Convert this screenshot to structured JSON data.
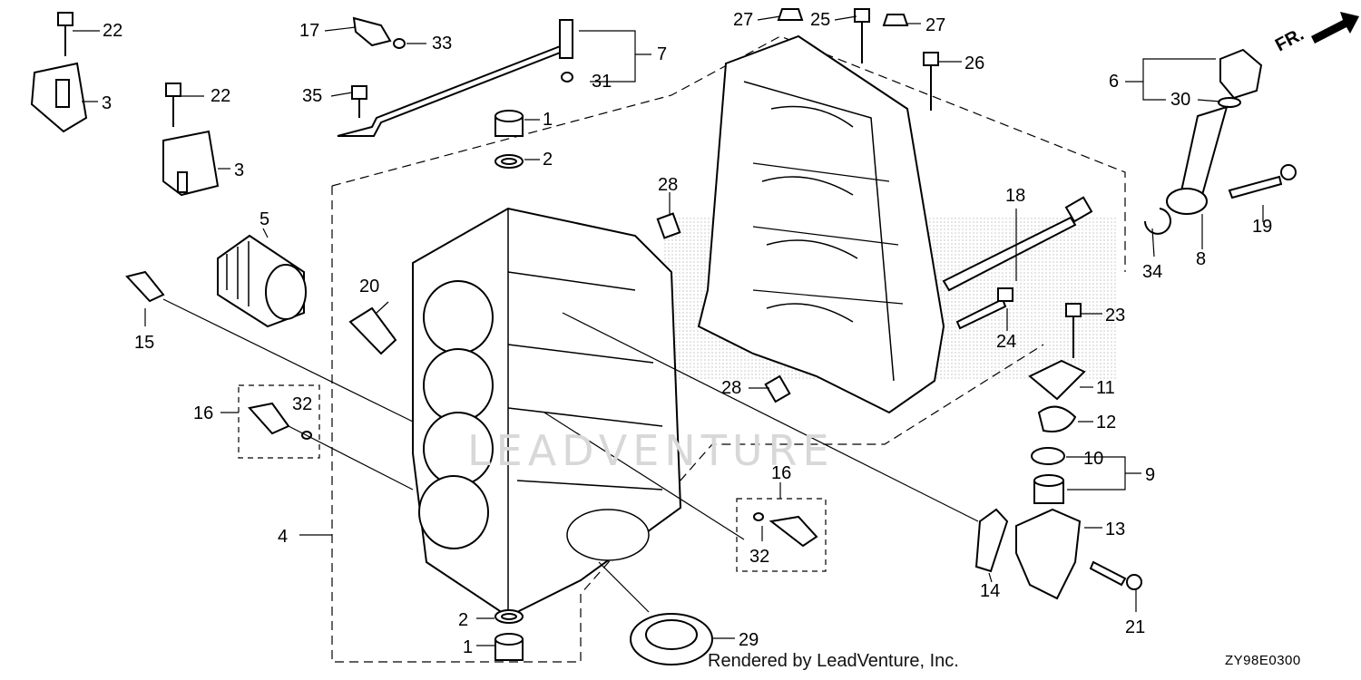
{
  "header": {
    "direction_label": "FR."
  },
  "footer": {
    "credit": "Rendered by LeadVenture, Inc.",
    "diagram_code": "ZY98E0300"
  },
  "watermark": {
    "text": "LEADVENTURE"
  },
  "callouts": [
    {
      "id": "c22a",
      "num": "22"
    },
    {
      "id": "c3a",
      "num": "3"
    },
    {
      "id": "c22b",
      "num": "22"
    },
    {
      "id": "c3b",
      "num": "3"
    },
    {
      "id": "c5",
      "num": "5"
    },
    {
      "id": "c15",
      "num": "15"
    },
    {
      "id": "c17",
      "num": "17"
    },
    {
      "id": "c33",
      "num": "33"
    },
    {
      "id": "c35",
      "num": "35"
    },
    {
      "id": "c7",
      "num": "7"
    },
    {
      "id": "c31",
      "num": "31"
    },
    {
      "id": "c1a",
      "num": "1"
    },
    {
      "id": "c2a",
      "num": "2"
    },
    {
      "id": "c28a",
      "num": "28"
    },
    {
      "id": "c27a",
      "num": "27"
    },
    {
      "id": "c25",
      "num": "25"
    },
    {
      "id": "c27b",
      "num": "27"
    },
    {
      "id": "c26",
      "num": "26"
    },
    {
      "id": "c6",
      "num": "6"
    },
    {
      "id": "c30",
      "num": "30"
    },
    {
      "id": "c19",
      "num": "19"
    },
    {
      "id": "c8",
      "num": "8"
    },
    {
      "id": "c34",
      "num": "34"
    },
    {
      "id": "c18",
      "num": "18"
    },
    {
      "id": "c23",
      "num": "23"
    },
    {
      "id": "c24",
      "num": "24"
    },
    {
      "id": "c11",
      "num": "11"
    },
    {
      "id": "c12",
      "num": "12"
    },
    {
      "id": "c10",
      "num": "10"
    },
    {
      "id": "c9",
      "num": "9"
    },
    {
      "id": "c13",
      "num": "13"
    },
    {
      "id": "c14",
      "num": "14"
    },
    {
      "id": "c21",
      "num": "21"
    },
    {
      "id": "c20",
      "num": "20"
    },
    {
      "id": "c16a",
      "num": "16"
    },
    {
      "id": "c32a",
      "num": "32"
    },
    {
      "id": "c4",
      "num": "4"
    },
    {
      "id": "c28b",
      "num": "28"
    },
    {
      "id": "c16b",
      "num": "16"
    },
    {
      "id": "c32b",
      "num": "32"
    },
    {
      "id": "c2b",
      "num": "2"
    },
    {
      "id": "c1b",
      "num": "1"
    },
    {
      "id": "c29",
      "num": "29"
    }
  ]
}
